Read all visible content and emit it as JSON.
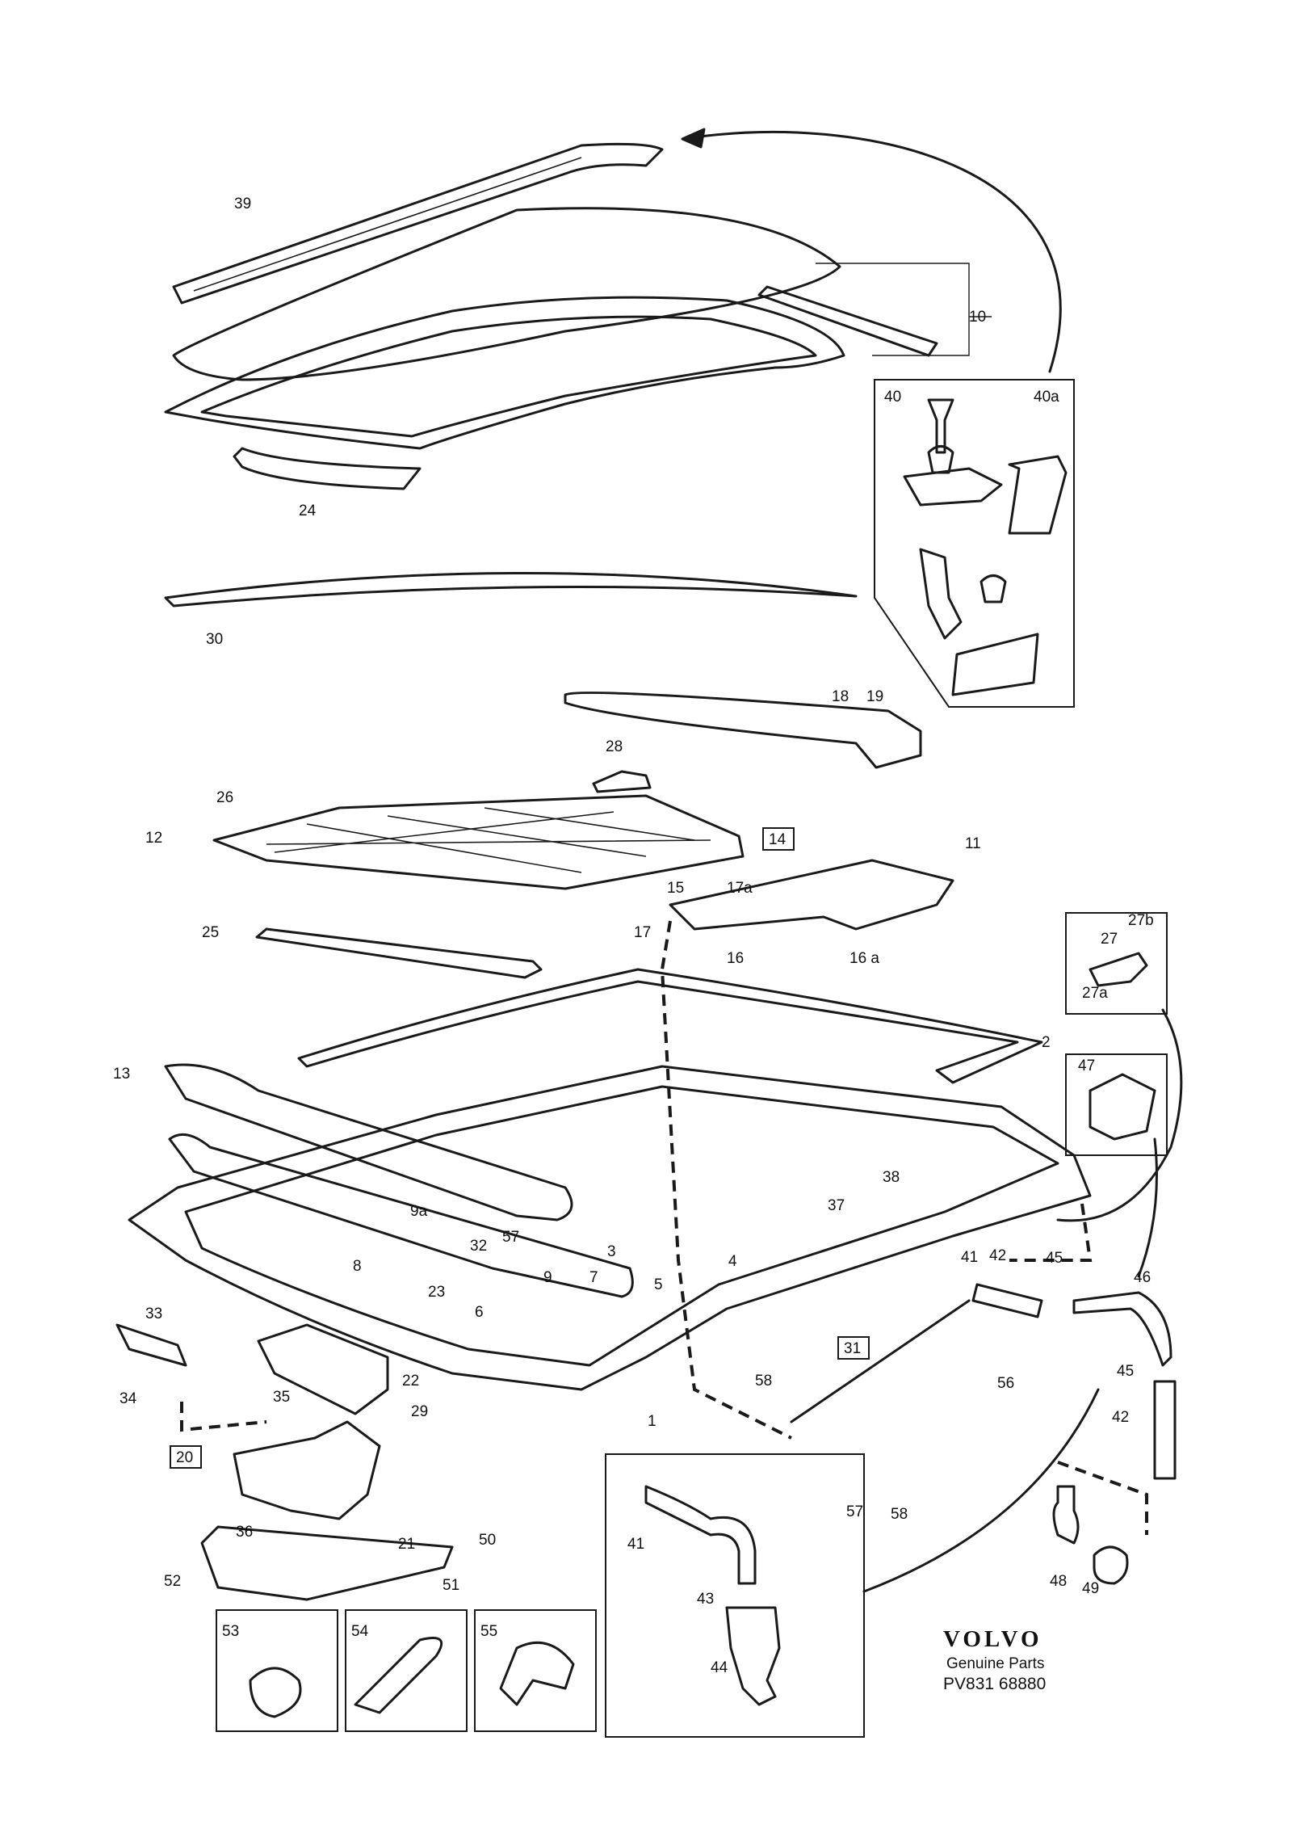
{
  "callouts": [
    {
      "text": "39"
    },
    {
      "text": "10"
    },
    {
      "text": "40"
    },
    {
      "text": "40a"
    },
    {
      "text": "24"
    },
    {
      "text": "30"
    },
    {
      "text": "18"
    },
    {
      "text": "19"
    },
    {
      "text": "28"
    },
    {
      "text": "26"
    },
    {
      "text": "12"
    },
    {
      "text": "25"
    },
    {
      "text": "14",
      "boxed": true
    },
    {
      "text": "11"
    },
    {
      "text": "17a"
    },
    {
      "text": "15"
    },
    {
      "text": "17"
    },
    {
      "text": "16"
    },
    {
      "text": "16 a"
    },
    {
      "text": "27b"
    },
    {
      "text": "27"
    },
    {
      "text": "27a"
    },
    {
      "text": "2"
    },
    {
      "text": "13"
    },
    {
      "text": "47"
    },
    {
      "text": "38"
    },
    {
      "text": "9a"
    },
    {
      "text": "37"
    },
    {
      "text": "32"
    },
    {
      "text": "57"
    },
    {
      "text": "3"
    },
    {
      "text": "41"
    },
    {
      "text": "42"
    },
    {
      "text": "45"
    },
    {
      "text": "46"
    },
    {
      "text": "8"
    },
    {
      "text": "9"
    },
    {
      "text": "7"
    },
    {
      "text": "4"
    },
    {
      "text": "5"
    },
    {
      "text": "23"
    },
    {
      "text": "6"
    },
    {
      "text": "33"
    },
    {
      "text": "56"
    },
    {
      "text": "31",
      "boxed": true
    },
    {
      "text": "45"
    },
    {
      "text": "22"
    },
    {
      "text": "34"
    },
    {
      "text": "58"
    },
    {
      "text": "35"
    },
    {
      "text": "42"
    },
    {
      "text": "29"
    },
    {
      "text": "1"
    },
    {
      "text": "20",
      "boxed": true
    },
    {
      "text": "57"
    },
    {
      "text": "58"
    },
    {
      "text": "36"
    },
    {
      "text": "21"
    },
    {
      "text": "50"
    },
    {
      "text": "41"
    },
    {
      "text": "43"
    },
    {
      "text": "48"
    },
    {
      "text": "49"
    },
    {
      "text": "52"
    },
    {
      "text": "51"
    },
    {
      "text": "53"
    },
    {
      "text": "54"
    },
    {
      "text": "55"
    },
    {
      "text": "44"
    }
  ],
  "brand": {
    "logo": "VOLVO",
    "subtitle": "Genuine Parts",
    "code": "PV831 68880"
  }
}
